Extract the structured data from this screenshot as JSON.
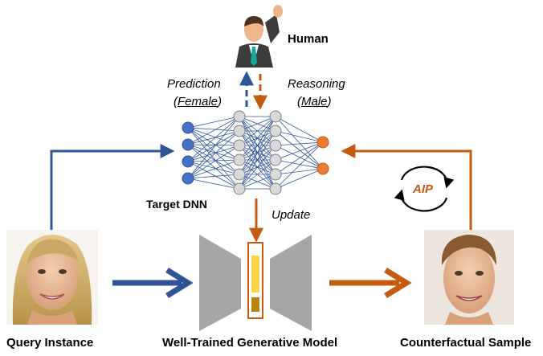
{
  "labels": {
    "human": "Human",
    "prediction": "Prediction",
    "prediction_value": "Female",
    "reasoning": "Reasoning",
    "reasoning_value": "Male",
    "target_dnn": "Target DNN",
    "update": "Update",
    "aip": "AIP",
    "query_instance": "Query Instance",
    "generative_model": "Well-Trained Generative Model",
    "counterfactual_sample": "Counterfactual Sample"
  },
  "colors": {
    "blue": "#2f5597",
    "orange": "#c55a11",
    "node_blue": "#4472c4",
    "node_gray": "#d9d9d9",
    "node_orange": "#ed7d31",
    "generator_gray": "#a6a6a6",
    "latent_yellow": "#ffd54a",
    "latent_dark": "#b8860b"
  },
  "icons": {
    "human": "businessman-icon",
    "cycle": "cycle-arrows-icon"
  }
}
